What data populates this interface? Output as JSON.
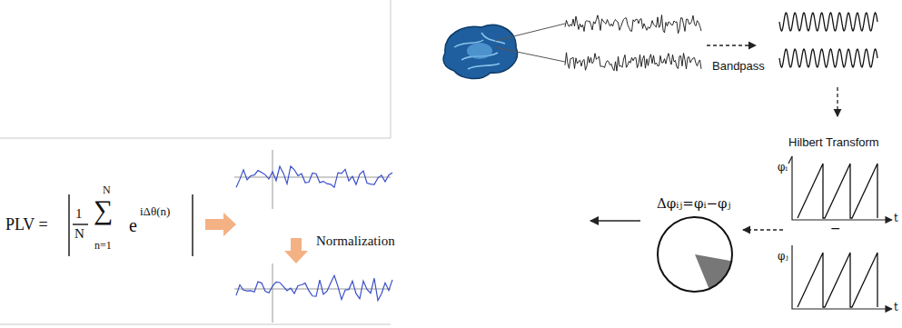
{
  "diagram": {
    "nodes": [
      {
        "text": [
          "Δφᵢⱼ=φᵢ−φⱼ"
        ]
      }
    ],
    "labels": [
      "Bandpass",
      "Hilbert Transform",
      "φᵢ",
      "t",
      "φⱼ",
      "t",
      "−",
      "PLV =",
      "1",
      "N",
      "N",
      "∑",
      "n=1",
      "e",
      "iΔθ(n)",
      "Normalization"
    ]
  }
}
